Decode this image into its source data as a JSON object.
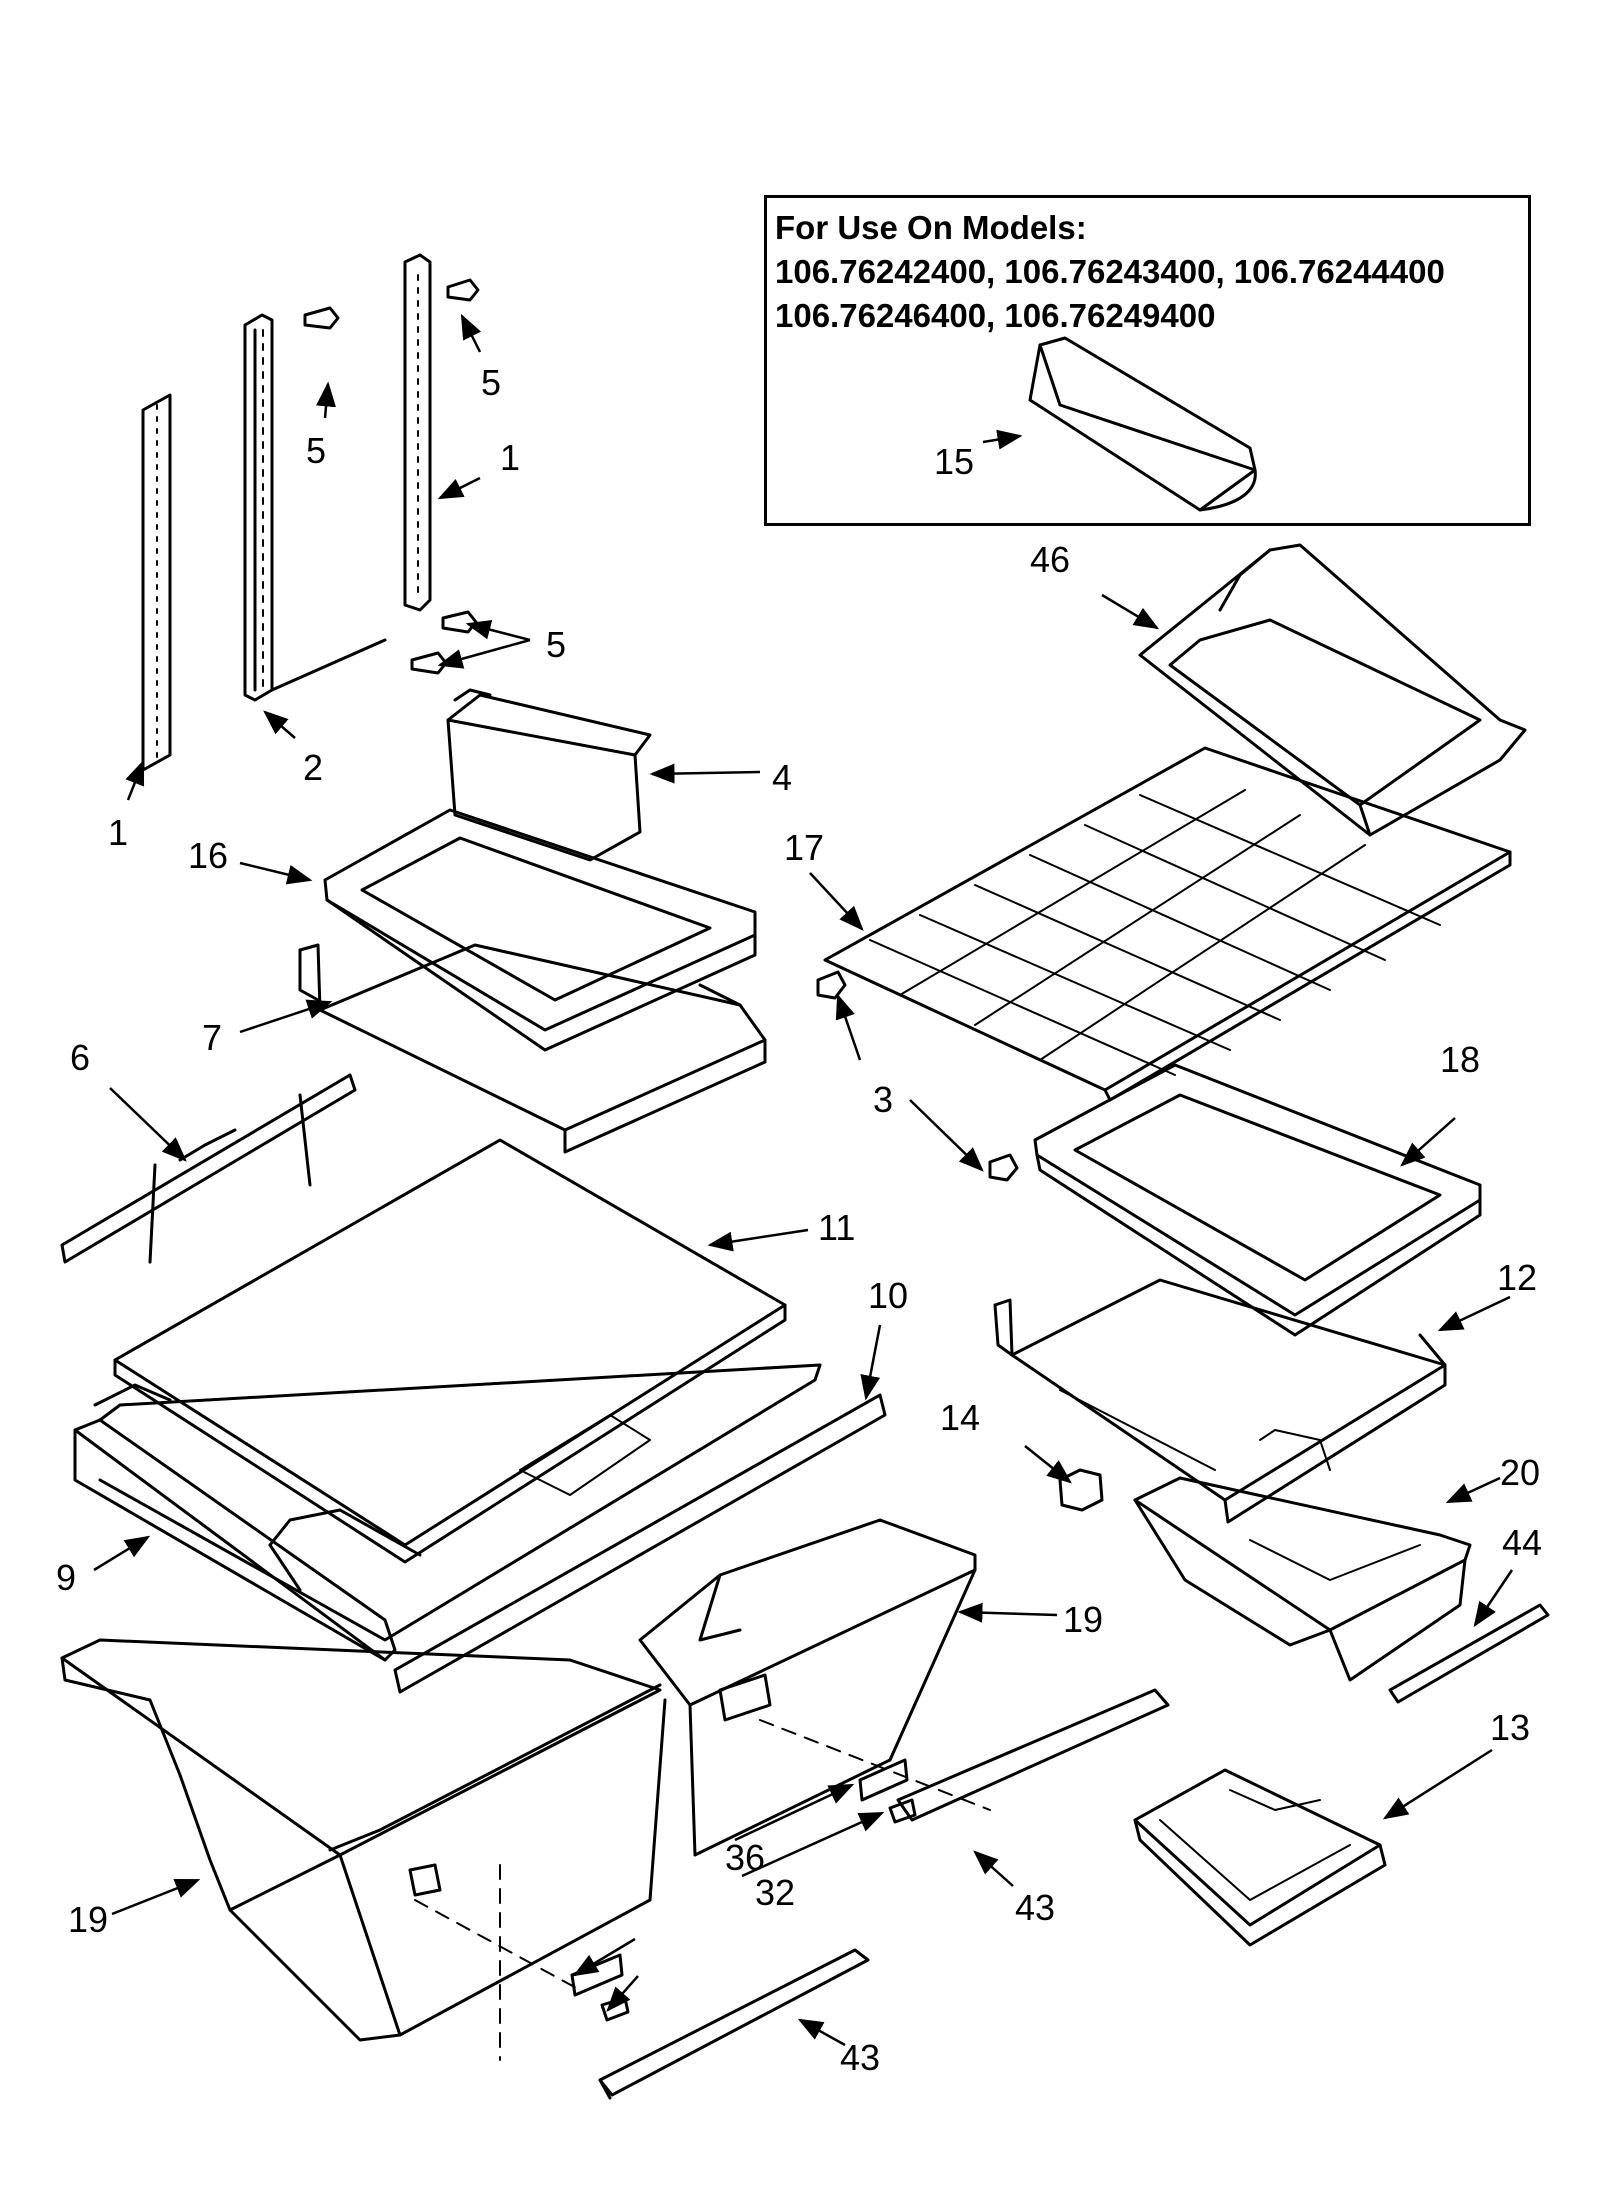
{
  "note": {
    "heading": "For Use On Models:",
    "line1": "106.76242400, 106.76243400, 106.76244400",
    "line2": "106.76246400, 106.76249400"
  },
  "callouts": {
    "c1a": "1",
    "c1b": "1",
    "c2": "2",
    "c3": "3",
    "c4": "4",
    "c5a": "5",
    "c5b": "5",
    "c5c": "5",
    "c6": "6",
    "c7": "7",
    "c9": "9",
    "c10": "10",
    "c11": "11",
    "c12": "12",
    "c13": "13",
    "c14": "14",
    "c15": "15",
    "c16": "16",
    "c17": "17",
    "c18": "18",
    "c19a": "19",
    "c19b": "19",
    "c20": "20",
    "c32": "32",
    "c36": "36",
    "c43a": "43",
    "c43b": "43",
    "c44": "44",
    "c46": "46"
  }
}
